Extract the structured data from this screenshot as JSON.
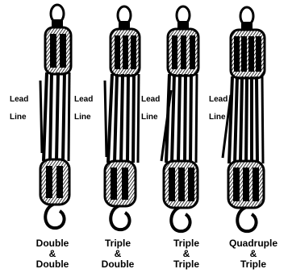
{
  "assemblies": [
    {
      "lead_label": [
        "Lead",
        "Line"
      ],
      "caption": [
        "Double",
        "&",
        "Double"
      ]
    },
    {
      "lead_label": [
        "Lead",
        "Line"
      ],
      "caption": [
        "Triple",
        "&",
        "Double"
      ]
    },
    {
      "lead_label": [
        "Lead",
        "Line"
      ],
      "caption": [
        "Triple",
        "&",
        "Triple"
      ]
    },
    {
      "lead_label": [
        "Lead",
        "Line"
      ],
      "caption": [
        "Quadruple",
        "&",
        "Triple"
      ]
    }
  ],
  "colors": {
    "ink": "#000000",
    "paper": "#ffffff",
    "shade": "#5a5a5a"
  }
}
